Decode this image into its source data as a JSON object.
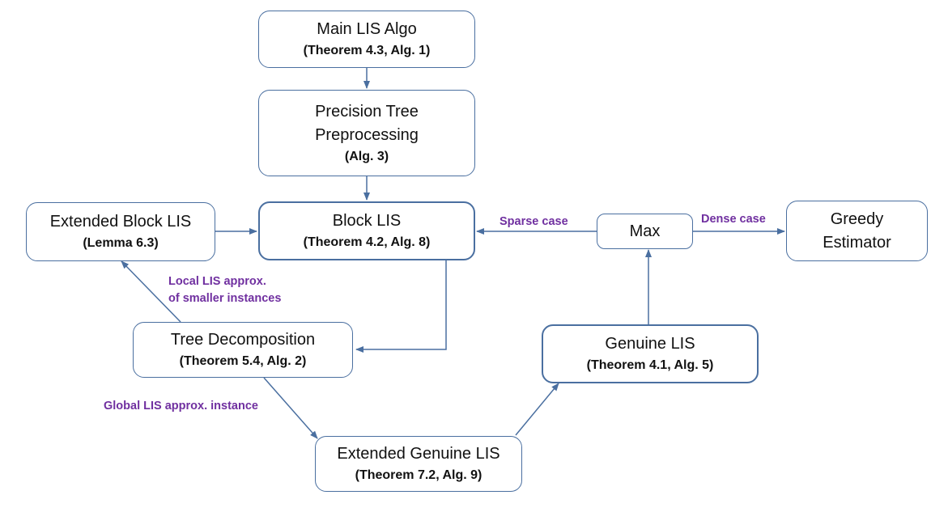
{
  "nodes": {
    "main": {
      "title": "Main LIS Algo",
      "ref": "(Theorem 4.3, Alg. 1)"
    },
    "precision": {
      "title_line1": "Precision Tree",
      "title_line2": "Preprocessing",
      "ref": "(Alg. 3)"
    },
    "extended_block": {
      "title": "Extended Block LIS",
      "ref": "(Lemma 6.3)"
    },
    "block": {
      "title": "Block LIS",
      "ref": "(Theorem 4.2, Alg. 8)"
    },
    "max": {
      "title": "Max"
    },
    "greedy": {
      "title_line1": "Greedy",
      "title_line2": "Estimator"
    },
    "tree_decomp": {
      "title": "Tree Decomposition",
      "ref": "(Theorem 5.4, Alg. 2)"
    },
    "genuine": {
      "title": "Genuine LIS",
      "ref": "(Theorem 4.1, Alg. 5)"
    },
    "extended_genuine": {
      "title": "Extended Genuine LIS",
      "ref": "(Theorem 7.2, Alg. 9)"
    }
  },
  "edge_labels": {
    "sparse_case": "Sparse case",
    "dense_case": "Dense case",
    "local_approx_line1": "Local LIS approx.",
    "local_approx_line2": "of smaller instances",
    "global_approx": "Global LIS approx. instance"
  },
  "colors": {
    "box_border": "#4a6fa0",
    "arrow": "#4a6fa0",
    "edge_label": "#7030a0"
  }
}
